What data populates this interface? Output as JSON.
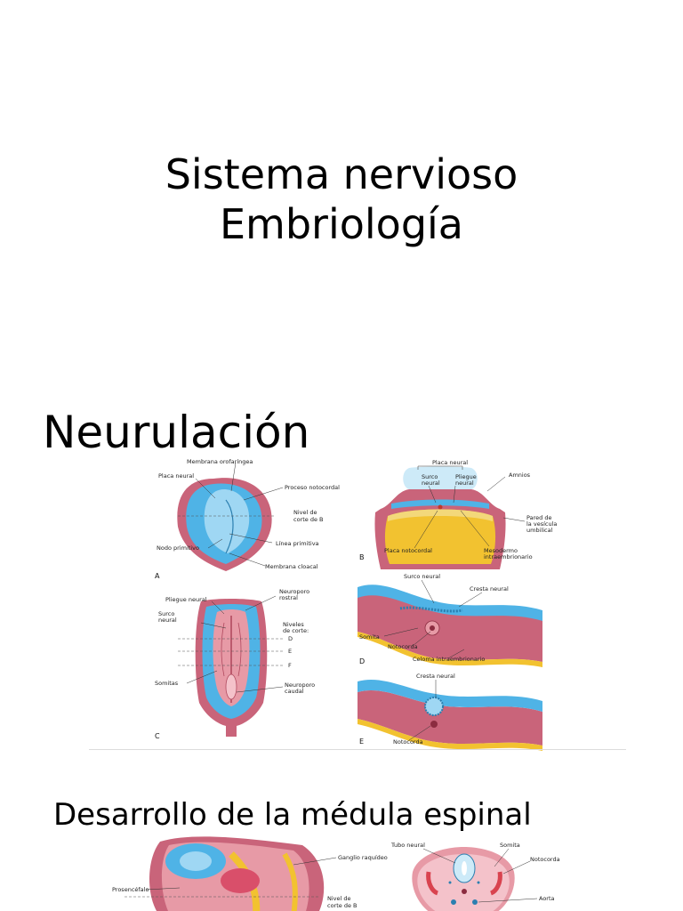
{
  "title": {
    "line1": "Sistema nervioso",
    "line2": "Embriología"
  },
  "section_heading": "Neurulación",
  "figure_neurulacion": {
    "panel_a": {
      "letter": "A",
      "labels": {
        "membrana_orofaringea": "Membrana orofaríngea",
        "placa_neural": "Placa neural",
        "proceso_notocordal": "Proceso notocordal",
        "nivel_corte_1": "Nivel de",
        "nivel_corte_2": "corte de B",
        "nodo_primitivo": "Nodo primitivo",
        "linea_primitiva": "Línea primitiva",
        "membrana_cloacal": "Membrana cloacal"
      }
    },
    "panel_b": {
      "letter": "B",
      "labels": {
        "placa_neural": "Placa neural",
        "surco_1": "Surco",
        "surco_2": "neural",
        "pliegue_1": "Pliegue",
        "pliegue_2": "neural",
        "amnios": "Amnios",
        "pared_1": "Pared de",
        "pared_2": "la vesícula",
        "pared_3": "umbilical",
        "placa_notocordal": "Placa notocordal",
        "mesodermo_1": "Mesodermo",
        "mesodermo_2": "intraembrionario"
      }
    },
    "panel_c": {
      "letter": "C",
      "labels": {
        "pliegue_neural": "Pliegue neural",
        "neuroporo_rostral_1": "Neuroporo",
        "neuroporo_rostral_2": "rostral",
        "surco_1": "Surco",
        "surco_2": "neural",
        "niveles_1": "Niveles",
        "niveles_2": "de corte:",
        "d": "D",
        "e": "E",
        "f": "F",
        "somitas": "Somitas",
        "neuroporo_caudal_1": "Neuroporo",
        "neuroporo_caudal_2": "caudal"
      }
    },
    "panel_d": {
      "letter": "D",
      "labels": {
        "surco_neural": "Surco neural",
        "cresta_neural": "Cresta neural",
        "somita": "Somita",
        "notocorda": "Notocorda",
        "celoma": "Celoma intraembrionario"
      }
    },
    "panel_e": {
      "letter": "E",
      "labels": {
        "cresta_neural": "Cresta neural",
        "notocorda": "Notocorda"
      }
    }
  },
  "sub_heading": "Desarrollo de la médula espinal",
  "figure_medula": {
    "labels": {
      "ganglio": "Ganglio raquídeo",
      "prosencefalo": "Prosencéfalo",
      "nivel_1": "Nivel de",
      "nivel_2": "corte de B",
      "tubo_neural": "Tubo neural",
      "somita": "Somita",
      "notocorda": "Notocorda",
      "aorta": "Aorta"
    }
  },
  "colors": {
    "ectoderm_blue": "#4fb3e6",
    "pale_blue": "#cdeaf8",
    "mesoderm_pink": "#c9647a",
    "neural_pink": "#e79aa6",
    "yolk_yellow": "#f2c230"
  }
}
